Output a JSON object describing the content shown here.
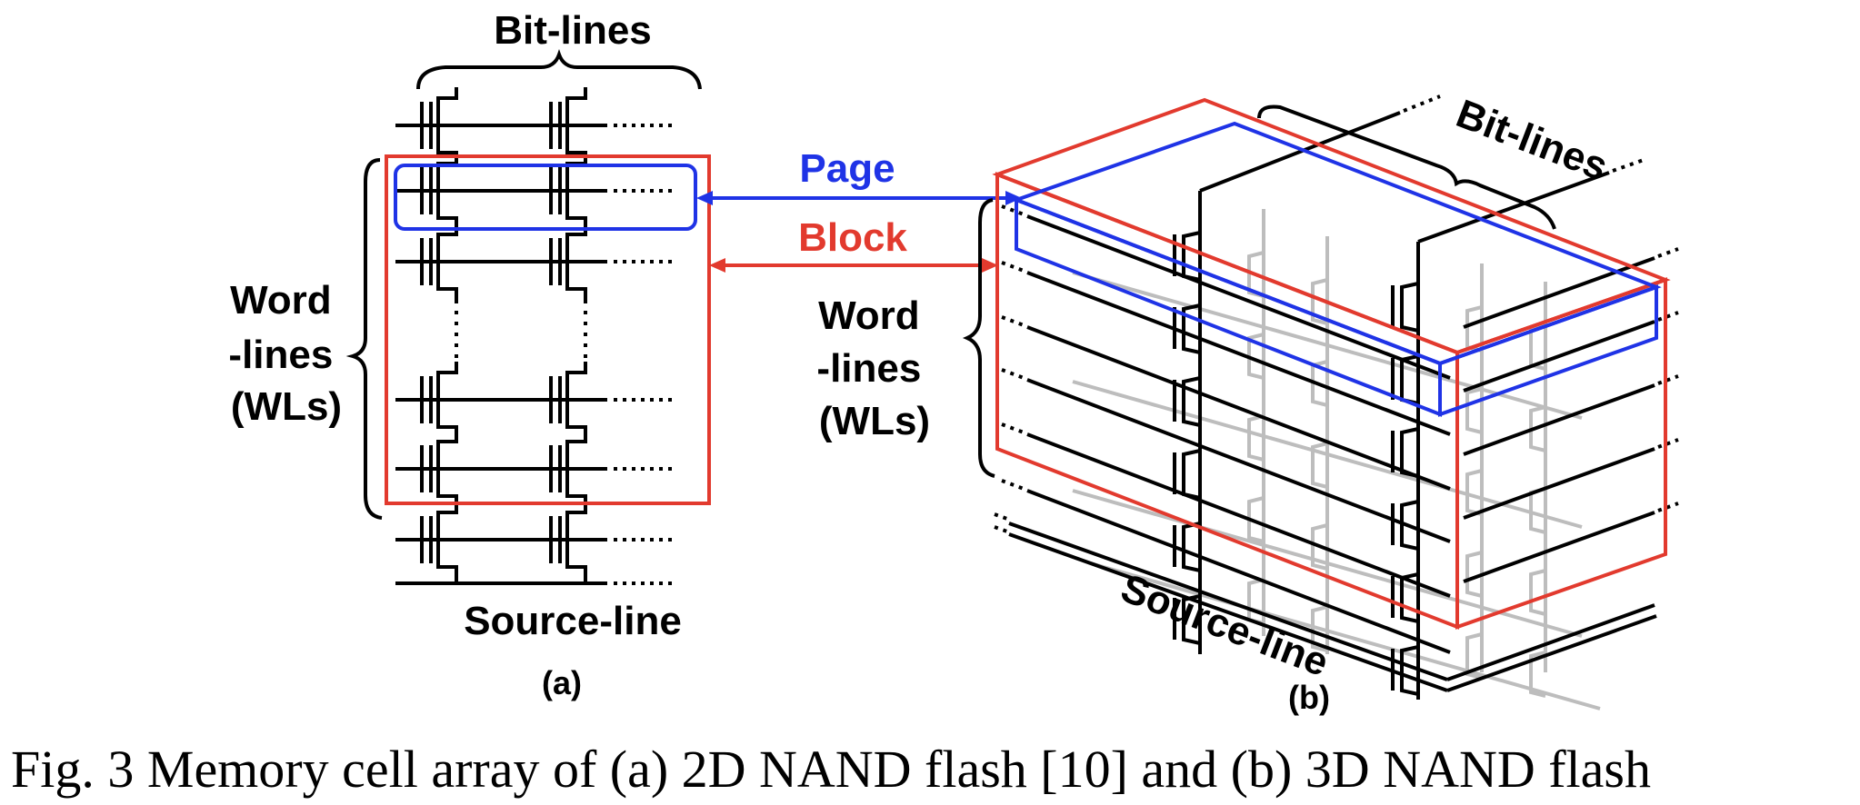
{
  "figure_a": {
    "bit_lines_label": "Bit-lines",
    "word_lines_label": [
      "Word",
      "-lines",
      "(WLs)"
    ],
    "source_line_label": "Source-line",
    "panel_label": "(a)"
  },
  "figure_b": {
    "bit_lines_label": "Bit-lines",
    "word_lines_label": [
      "Word",
      "-lines",
      "(WLs)"
    ],
    "source_line_label": "Source-line",
    "panel_label": "(b)"
  },
  "connectors": {
    "page_label": "Page",
    "block_label": "Block"
  },
  "caption": "Fig. 3 Memory cell array of (a) 2D NAND flash [10] and (b) 3D NAND flash",
  "colors": {
    "page": "#1f33e6",
    "block": "#e23a2e",
    "ink": "#000000",
    "faint": "#9a9a9a"
  }
}
